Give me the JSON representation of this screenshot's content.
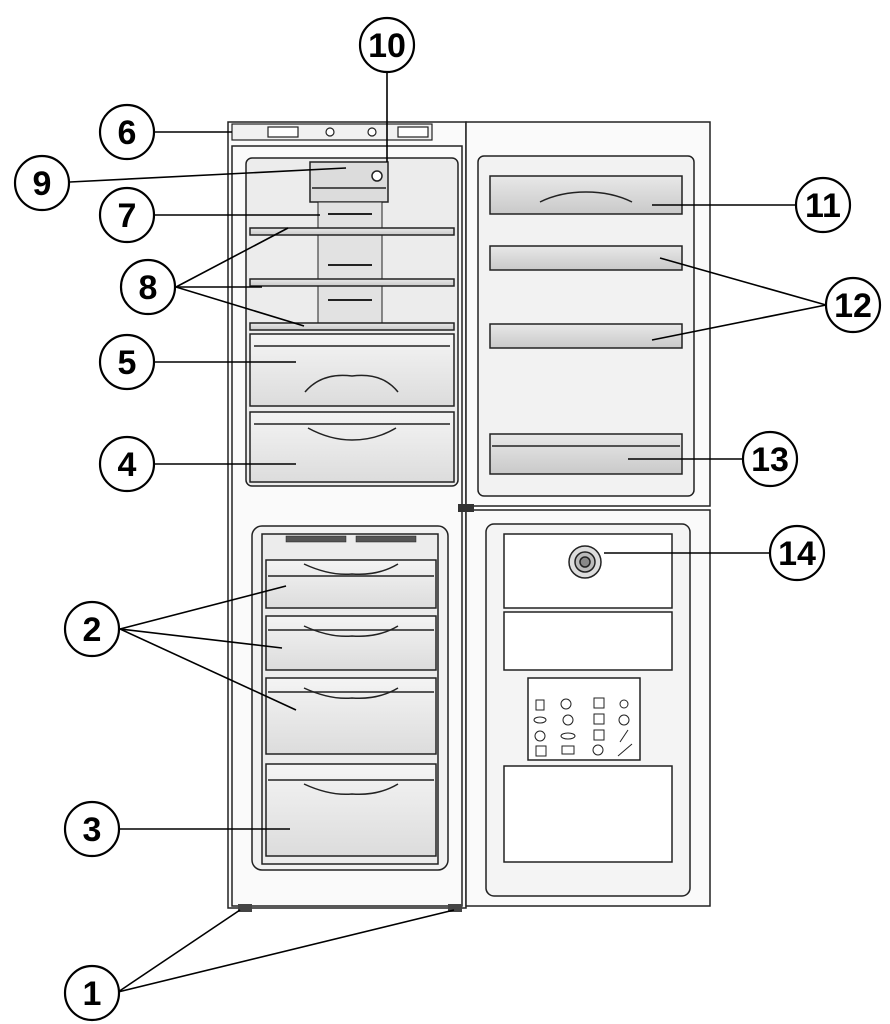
{
  "diagram": {
    "callouts": [
      {
        "id": "1",
        "label": "1"
      },
      {
        "id": "2",
        "label": "2"
      },
      {
        "id": "3",
        "label": "3"
      },
      {
        "id": "4",
        "label": "4"
      },
      {
        "id": "5",
        "label": "5"
      },
      {
        "id": "6",
        "label": "6"
      },
      {
        "id": "7",
        "label": "7"
      },
      {
        "id": "8",
        "label": "8"
      },
      {
        "id": "9",
        "label": "9"
      },
      {
        "id": "10",
        "label": "10"
      },
      {
        "id": "11",
        "label": "11"
      },
      {
        "id": "12",
        "label": "12"
      },
      {
        "id": "13",
        "label": "13"
      },
      {
        "id": "14",
        "label": "14"
      }
    ],
    "freezer_chart": {
      "headers": [
        "",
        "",
        "",
        ""
      ]
    }
  }
}
